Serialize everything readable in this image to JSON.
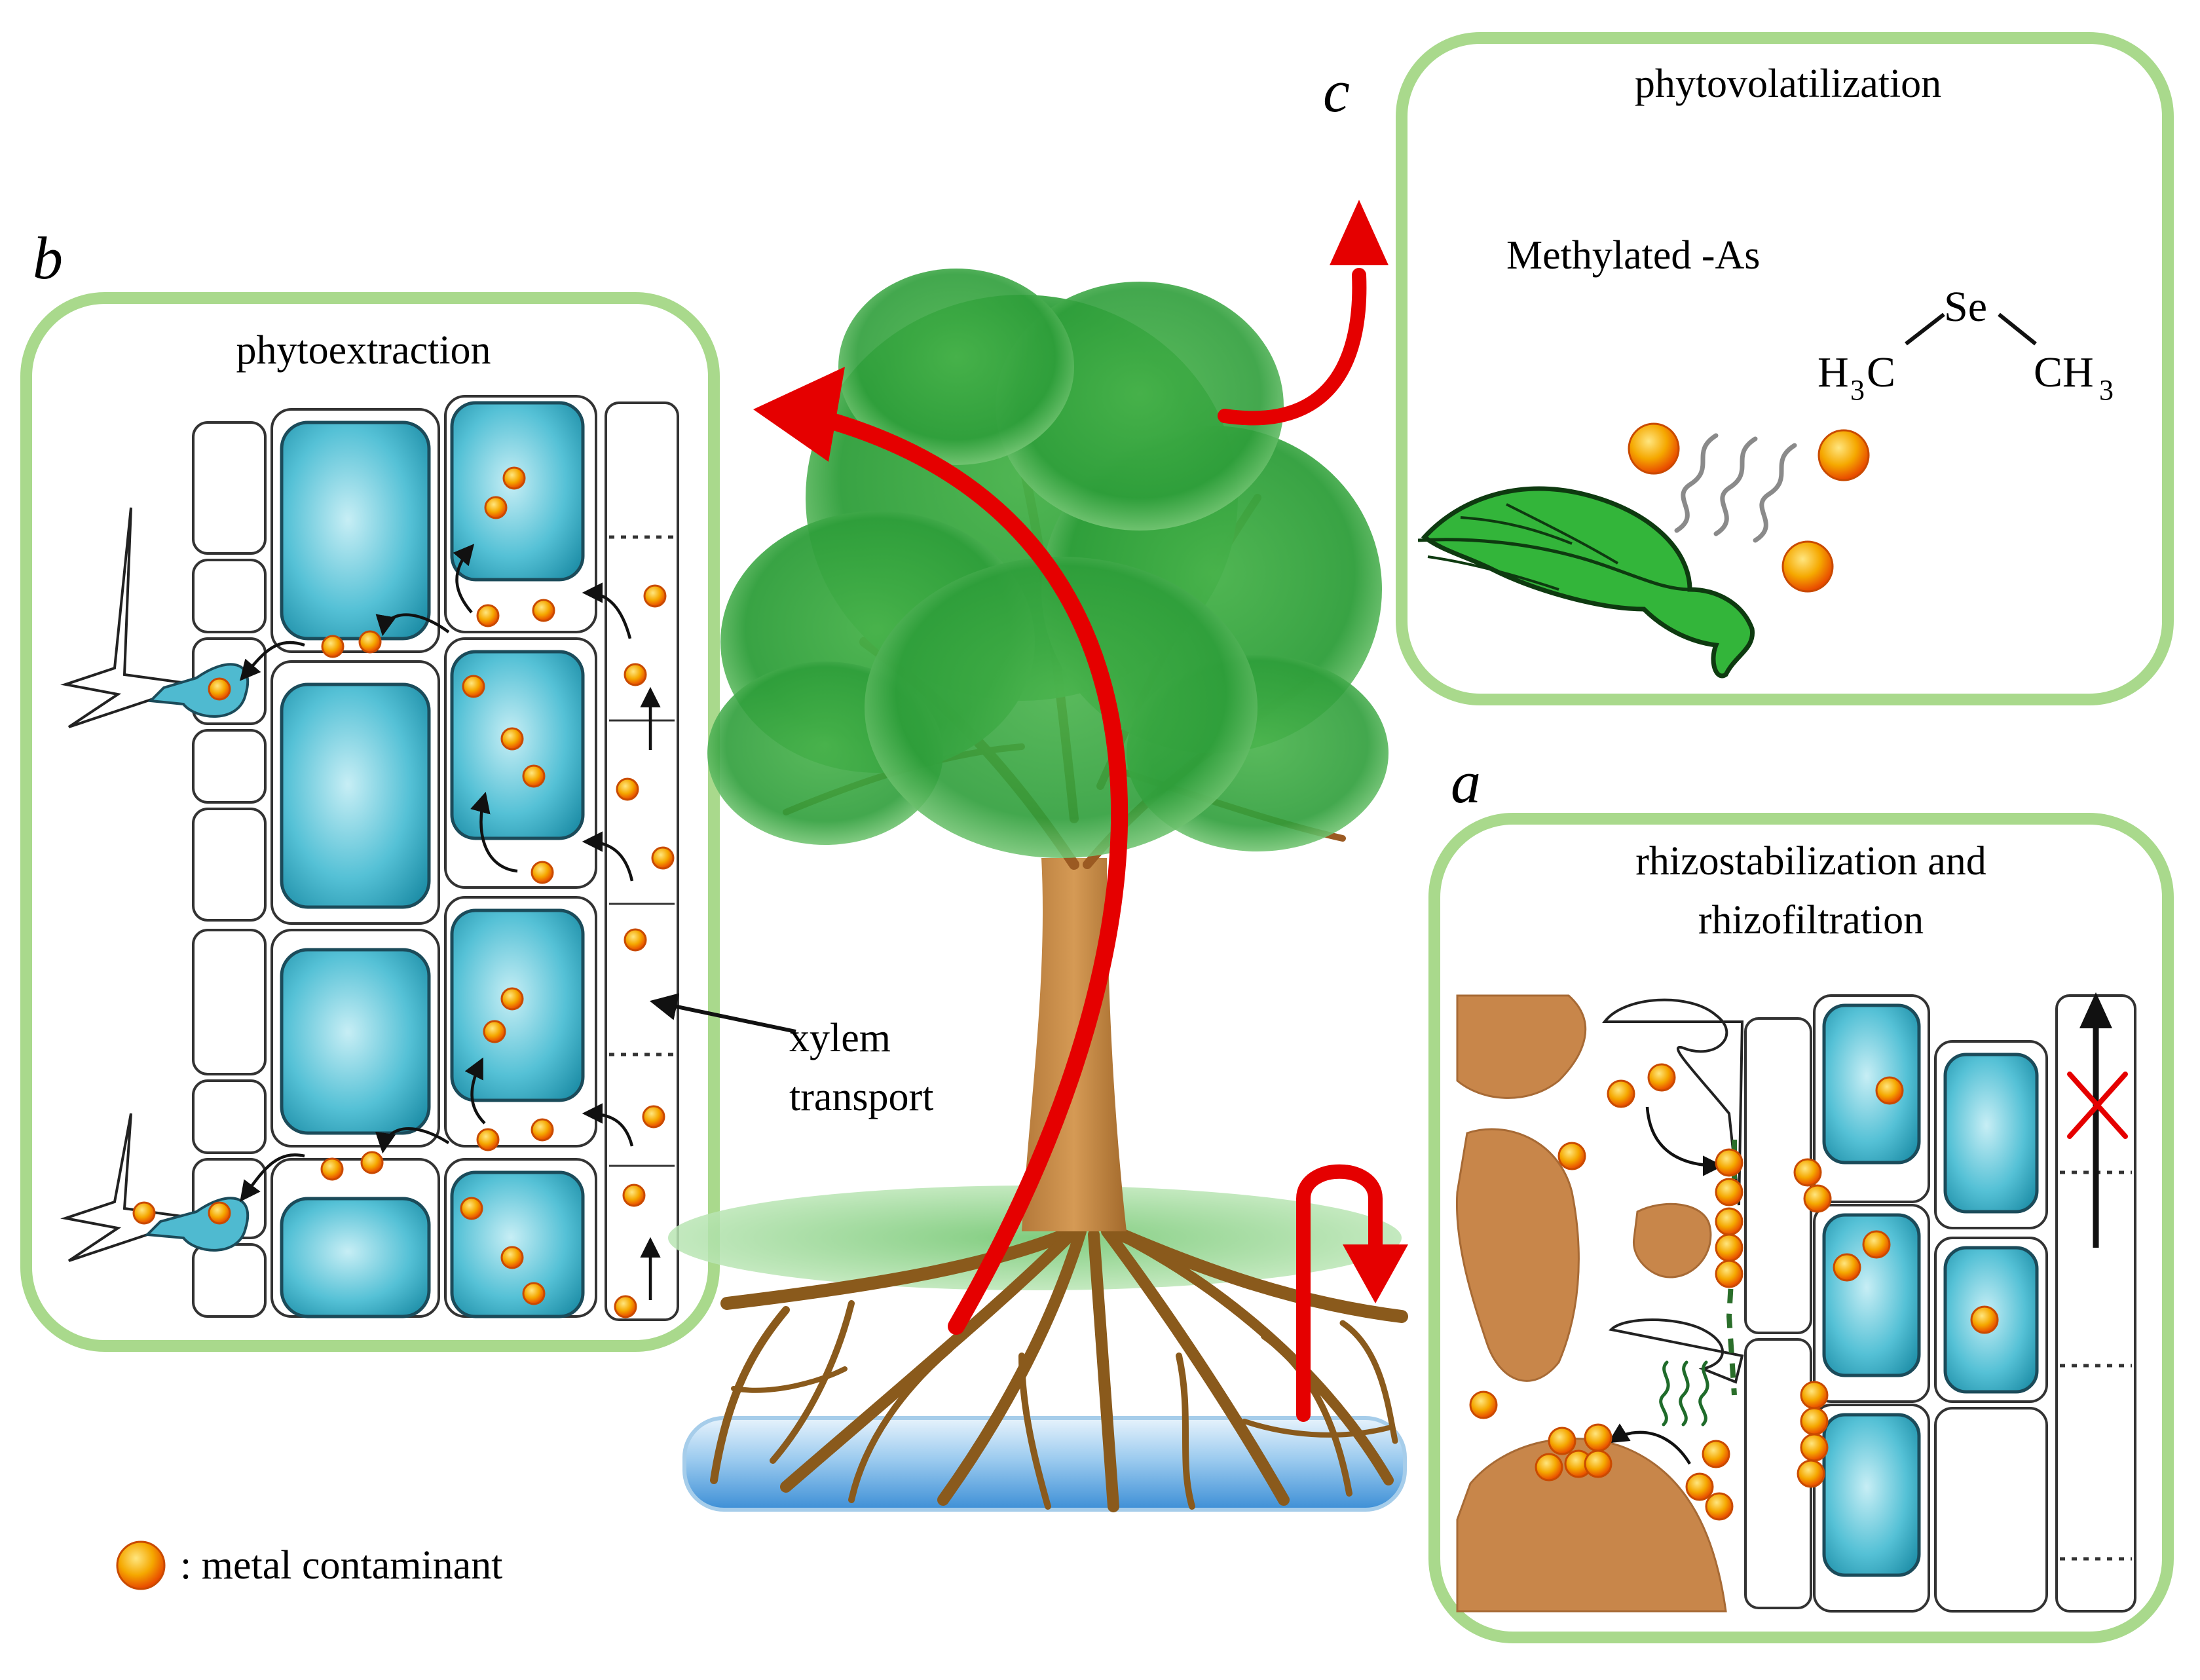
{
  "panels": {
    "a": {
      "letter": "a",
      "title_line1": "rhizostabilization and",
      "title_line2": "rhizofiltration"
    },
    "b": {
      "letter": "b",
      "title": "phytoextraction"
    },
    "c": {
      "letter": "c",
      "title": "phytovolatilization",
      "compound_label": "Methylated -As"
    }
  },
  "chemistry": {
    "center_atom": "Se",
    "left_group": {
      "main": "H",
      "sub": "3",
      "tail": "C"
    },
    "right_group": {
      "main": "CH",
      "sub": "3"
    }
  },
  "xylem_label": {
    "line1": "xylem",
    "line2": "transport"
  },
  "legend": {
    "text": ": metal contaminant"
  },
  "colors": {
    "panel_border": "#a9d98c",
    "transport_arrow": "#e50000",
    "vacuole": "#3fb6cc",
    "soil": "#c8864a",
    "foliage": "#2e9e3a",
    "roots": "#8a5a1c",
    "water": "#5ea8e0",
    "contaminant_particle": "#f5a800"
  },
  "icons": [
    "metal-particle-icon",
    "leaf-icon",
    "cross-mark-icon",
    "vapor-wave-icon",
    "exudate-wave-icon"
  ]
}
